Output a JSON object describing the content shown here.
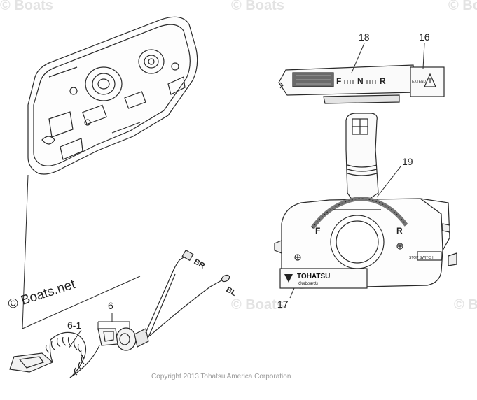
{
  "watermarks": {
    "main": "© Boats.net",
    "faint": "© Boats"
  },
  "copyright": "Copyright 2013 Tohatsu America Corporation",
  "callouts": {
    "c6": "6",
    "c6_1": "6-1",
    "c16": "16",
    "c17": "17",
    "c18": "18",
    "c19": "19"
  },
  "wires": {
    "br": "BR",
    "bl": "BL"
  },
  "indicator": {
    "f": "F",
    "n": "N",
    "r": "R",
    "tag": "EXTEND"
  },
  "control_box": {
    "f": "F",
    "r": "R",
    "brand": "TOHATSU",
    "sub": "Outboards",
    "stop": "STOP SWITCH"
  },
  "colors": {
    "line": "#2a2a2a",
    "watermark": "#e3e3e3"
  }
}
